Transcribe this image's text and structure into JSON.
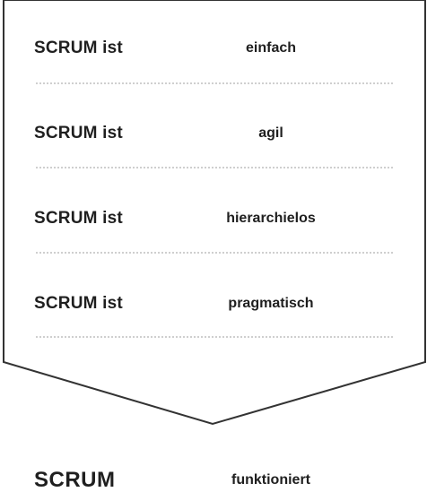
{
  "statements": [
    {
      "subject": "SCRUM ist",
      "attribute": "einfach"
    },
    {
      "subject": "SCRUM ist",
      "attribute": "agil"
    },
    {
      "subject": "SCRUM ist",
      "attribute": "hierarchielos"
    },
    {
      "subject": "SCRUM ist",
      "attribute": "pragmatisch"
    }
  ],
  "conclusion": {
    "subject": "SCRUM",
    "attribute": "funktioniert"
  },
  "colors": {
    "text": "#1f1f1f",
    "outline": "#333333",
    "divider": "#cfcfcf"
  }
}
